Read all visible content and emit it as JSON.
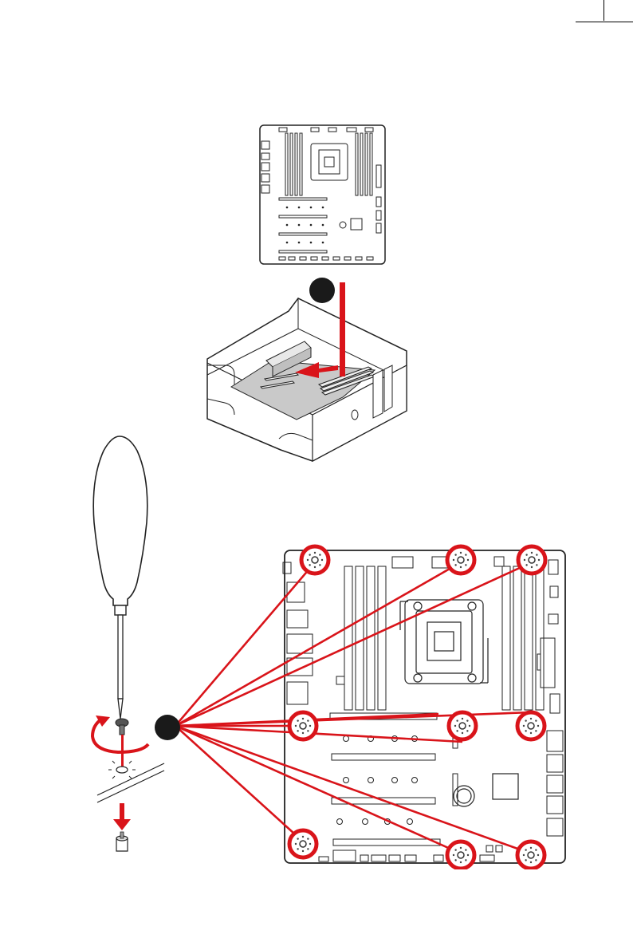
{
  "page": {
    "layout": "manual-illustration",
    "figures": [
      "board-top-view",
      "board-into-case",
      "screwdriver-and-standoff",
      "board-mounting-holes"
    ]
  },
  "step_badges": [
    {
      "label": "",
      "color": "#1a1a1a"
    },
    {
      "label": "",
      "color": "#1a1a1a"
    }
  ],
  "colors": {
    "accent": "#d9141a",
    "outline": "#222222",
    "case_fill": "#ffffff",
    "board_fill": "#c9c9c9"
  },
  "icons": [
    "screwdriver-icon",
    "screw-icon",
    "rotate-arrow-icon",
    "down-arrow-icon",
    "standoff-icon",
    "mount-hole-icon"
  ],
  "mounting_holes": {
    "count": 9
  }
}
